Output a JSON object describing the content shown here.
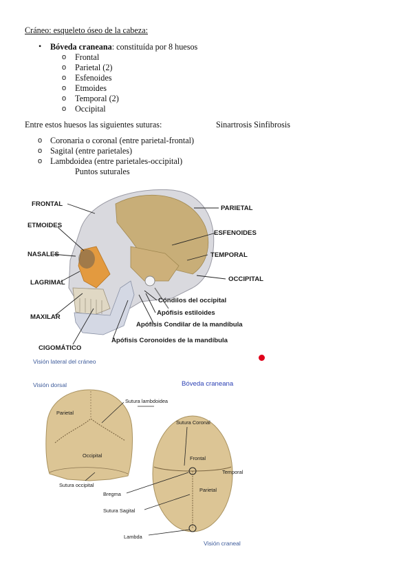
{
  "heading": "Cráneo: esqueleto óseo de la cabeza:",
  "boveda": {
    "term": "Bóveda craneana",
    "desc": ": constituída por 8 huesos",
    "marker": "•",
    "sub_marker": "o",
    "items": [
      "Frontal",
      "Parietal (2)",
      "Esfenoides",
      "Etmoides",
      "Temporal (2)",
      "Occipital"
    ]
  },
  "sutures_intro": "Entre estos huesos las siguientes suturas:",
  "sutures_type": "Sinartrosis Sinfibrosis",
  "sutures": [
    "Coronaria o coronal (entre parietal-frontal)",
    "Sagital (entre parietales)",
    "Lambdoidea (entre parietales-occipital)"
  ],
  "puntos": "Puntos suturales",
  "lateral_figure": {
    "labels": {
      "frontal": "FRONTAL",
      "etmoides": "ETMOIDES",
      "nasales": "NASALES",
      "lagrimal": "LAGRIMAL",
      "maxilar": "MAXILAR",
      "cigomatico": "CIGOMÁTICO",
      "parietal": "PARIETAL",
      "esfenoides": "ESFENOIDES",
      "temporal": "TEMPORAL",
      "occipital": "OCCIPITAL",
      "condilos": "Cóndilos del occipital",
      "estiloides": "Apófisis estiloides",
      "condilar": "Apófisis Condilar de la  mandíbula",
      "coronoides": "Apófisis Coronoides de la  mandíbula"
    },
    "caption": "Visión lateral del cráneo"
  },
  "dorsal_figure": {
    "caption": "Visión dorsal",
    "title": "Bóveda craneana",
    "labels": {
      "parietal": "Parietal",
      "lambdoidea": "Sutura lambdoidea",
      "occipital": "Occipital",
      "sutura_occipital": "Sutura occipital"
    }
  },
  "cranial_figure": {
    "caption": "Visión craneal",
    "labels": {
      "coronal": "Sutura Coronal",
      "frontal": "Frontal",
      "temporal": "Temporal",
      "parietal": "Parietal",
      "bregma": "Bregma",
      "sagital": "Sutura Sagital",
      "lambda": "Lambda"
    }
  },
  "colors": {
    "bone_light": "#d9d9de",
    "bone_parietal": "#c8ae78",
    "bone_orange": "#e39a3f",
    "skull_beige": "#dcc595",
    "caption_blue": "#3c5a9a",
    "title_blue": "#2a3fb4",
    "dot_red": "#e0001a"
  }
}
